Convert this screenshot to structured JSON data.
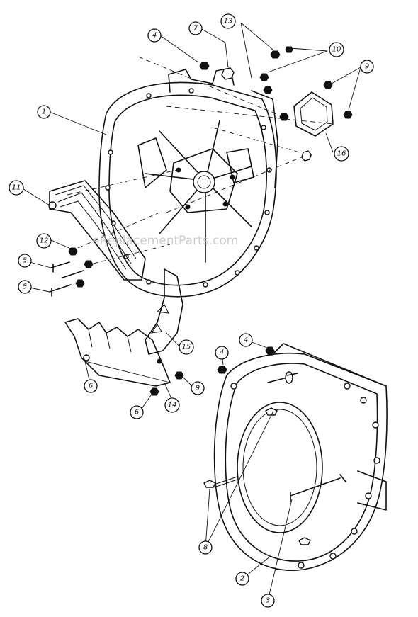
{
  "watermark": "eReplacementParts.com",
  "callouts": [
    {
      "id": "c-1",
      "label": "1"
    },
    {
      "id": "c-2",
      "label": "2"
    },
    {
      "id": "c-3",
      "label": "3"
    },
    {
      "id": "c-4a",
      "label": "4"
    },
    {
      "id": "c-4b",
      "label": "4"
    },
    {
      "id": "c-4c",
      "label": "4"
    },
    {
      "id": "c-5a",
      "label": "5"
    },
    {
      "id": "c-5b",
      "label": "5"
    },
    {
      "id": "c-6a",
      "label": "6"
    },
    {
      "id": "c-6b",
      "label": "6"
    },
    {
      "id": "c-7",
      "label": "7"
    },
    {
      "id": "c-8",
      "label": "8"
    },
    {
      "id": "c-9a",
      "label": "9"
    },
    {
      "id": "c-9b",
      "label": "9"
    },
    {
      "id": "c-10",
      "label": "10"
    },
    {
      "id": "c-11",
      "label": "11"
    },
    {
      "id": "c-12",
      "label": "12"
    },
    {
      "id": "c-13",
      "label": "13"
    },
    {
      "id": "c-14",
      "label": "14"
    },
    {
      "id": "c-15",
      "label": "15"
    },
    {
      "id": "c-16",
      "label": "16"
    }
  ]
}
